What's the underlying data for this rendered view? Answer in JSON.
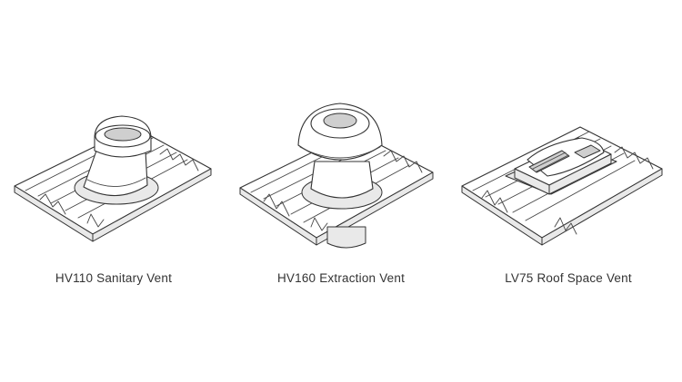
{
  "products": [
    {
      "label": "HV110 Sanitary Vent",
      "icon": "sanitary-vent-icon"
    },
    {
      "label": "HV160 Extraction Vent",
      "icon": "extraction-vent-icon"
    },
    {
      "label": "LV75 Roof Space Vent",
      "icon": "roof-space-vent-icon"
    }
  ]
}
